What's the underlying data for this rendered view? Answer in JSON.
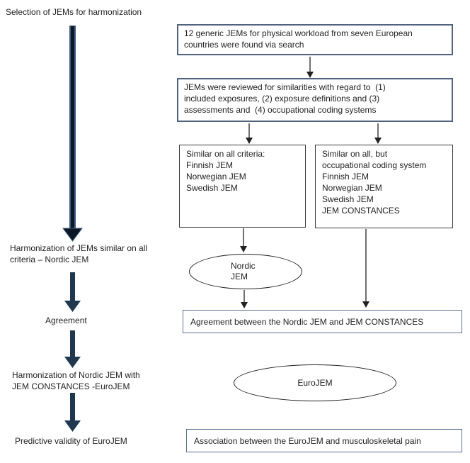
{
  "diagram": {
    "title": "Selection of JEMs for harmonization",
    "left_labels": {
      "harmonization_nordic": "Harmonization of JEMs similar on all\ncriteria – Nordic JEM",
      "agreement": "Agreement",
      "harmonization_eurojem": "Harmonization of Nordic JEM with\nJEM CONSTANCES -EuroJEM",
      "predictive_validity": "Predictive validity of EuroJEM"
    },
    "boxes": {
      "search": "12 generic JEMs for physical workload from seven European\ncountries were found via search",
      "review": "JEMs were reviewed for similarities with regard to  (1)\nincluded exposures, (2) exposure definitions and (3)\nassessments and  (4) occupational coding systems",
      "similar_all_criteria": "Similar on all criteria:\nFinnish JEM\nNorwegian JEM\nSwedish JEM",
      "similar_but_coding": "Similar on all, but\noccupational coding system\nFinnish JEM\nNorwegian JEM\nSwedish JEM\nJEM CONSTANCES",
      "agreement": "Agreement between the Nordic JEM and JEM CONSTANCES",
      "association": "Association between the EuroJEM and musculoskeletal pain"
    },
    "ellipses": {
      "nordic_jem": "Nordic\nJEM",
      "eurojem": "EuroJEM"
    },
    "colors": {
      "background": "#ffffff",
      "text": "#1f1f1f",
      "box_border_blue": "#51637c",
      "box_border_blue_thin": "#5b7191",
      "box_border_dark": "#3a3a3a",
      "ellipse_border": "#232323",
      "thin_arrow": "#222222",
      "navy_arrow": "#20384f",
      "big_arrow_core": "#0c1827",
      "big_arrow_edge": "#3e5c80"
    }
  }
}
